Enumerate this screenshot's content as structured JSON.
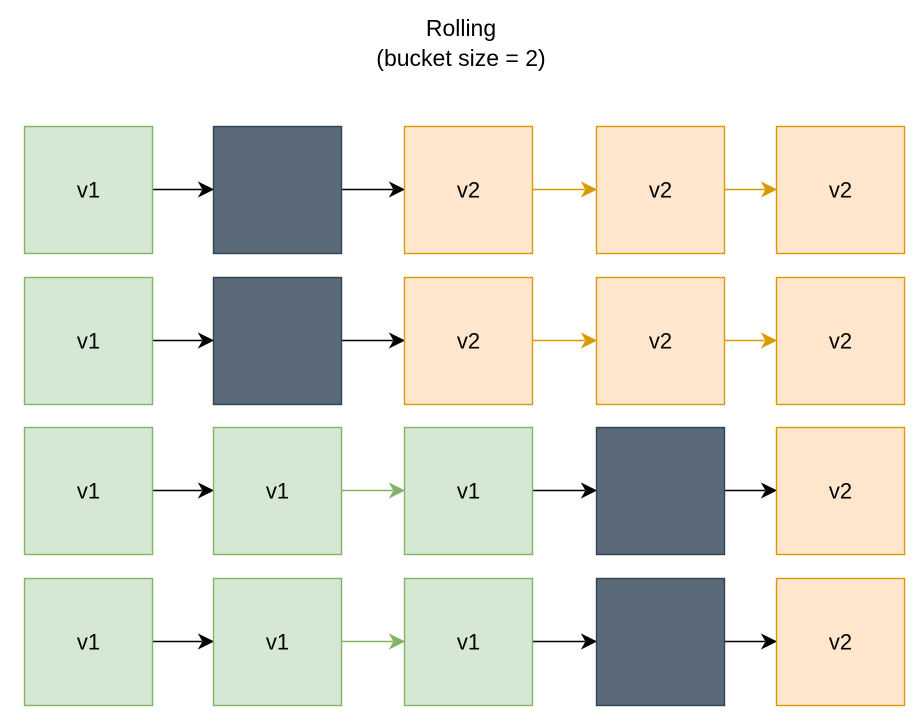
{
  "title": {
    "line1": "Rolling",
    "line2": "(bucket size = 2)"
  },
  "colors": {
    "v1_fill": "#d5e8d4",
    "v1_stroke": "#82b366",
    "v2_fill": "#ffe6cc",
    "v2_stroke": "#d79b00",
    "empty_fill": "#5a6978",
    "empty_stroke": "#314354",
    "arrow_default": "#000000",
    "arrow_v1": "#82b366",
    "arrow_v2": "#d79b00"
  },
  "rows": [
    {
      "boxes": [
        {
          "kind": "v1",
          "label": "v1"
        },
        {
          "kind": "empty",
          "label": ""
        },
        {
          "kind": "v2",
          "label": "v2"
        },
        {
          "kind": "v2",
          "label": "v2"
        },
        {
          "kind": "v2",
          "label": "v2"
        }
      ],
      "arrows": [
        "default",
        "default",
        "v2",
        "v2"
      ]
    },
    {
      "boxes": [
        {
          "kind": "v1",
          "label": "v1"
        },
        {
          "kind": "empty",
          "label": ""
        },
        {
          "kind": "v2",
          "label": "v2"
        },
        {
          "kind": "v2",
          "label": "v2"
        },
        {
          "kind": "v2",
          "label": "v2"
        }
      ],
      "arrows": [
        "default",
        "default",
        "v2",
        "v2"
      ]
    },
    {
      "boxes": [
        {
          "kind": "v1",
          "label": "v1"
        },
        {
          "kind": "v1",
          "label": "v1"
        },
        {
          "kind": "v1",
          "label": "v1"
        },
        {
          "kind": "empty",
          "label": ""
        },
        {
          "kind": "v2",
          "label": "v2"
        }
      ],
      "arrows": [
        "default",
        "v1",
        "default",
        "default"
      ]
    },
    {
      "boxes": [
        {
          "kind": "v1",
          "label": "v1"
        },
        {
          "kind": "v1",
          "label": "v1"
        },
        {
          "kind": "v1",
          "label": "v1"
        },
        {
          "kind": "empty",
          "label": ""
        },
        {
          "kind": "v2",
          "label": "v2"
        }
      ],
      "arrows": [
        "default",
        "v1",
        "default",
        "default"
      ]
    }
  ]
}
